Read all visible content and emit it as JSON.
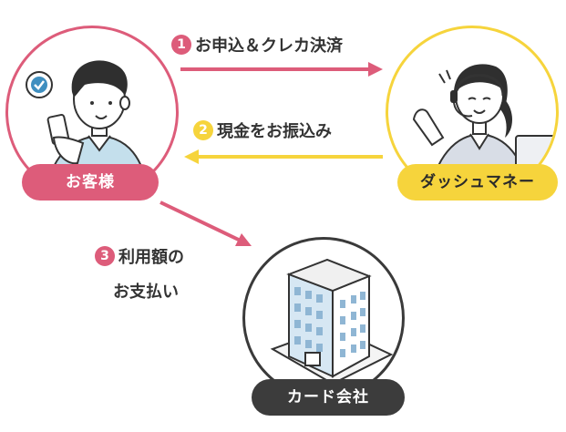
{
  "nodes": {
    "customer": {
      "label": "お客様"
    },
    "dash": {
      "label": "ダッシュマネー"
    },
    "card": {
      "label": "カード会社"
    }
  },
  "steps": [
    {
      "num": "1",
      "text": "お申込＆クレカ決済"
    },
    {
      "num": "2",
      "text": "現金をお振込み"
    },
    {
      "num": "3",
      "text": "利用額の",
      "text2": "お支払い"
    }
  ],
  "colors": {
    "pink": "#dd5c7a",
    "yellow": "#f6d43c",
    "dark": "#3c3c3c"
  }
}
